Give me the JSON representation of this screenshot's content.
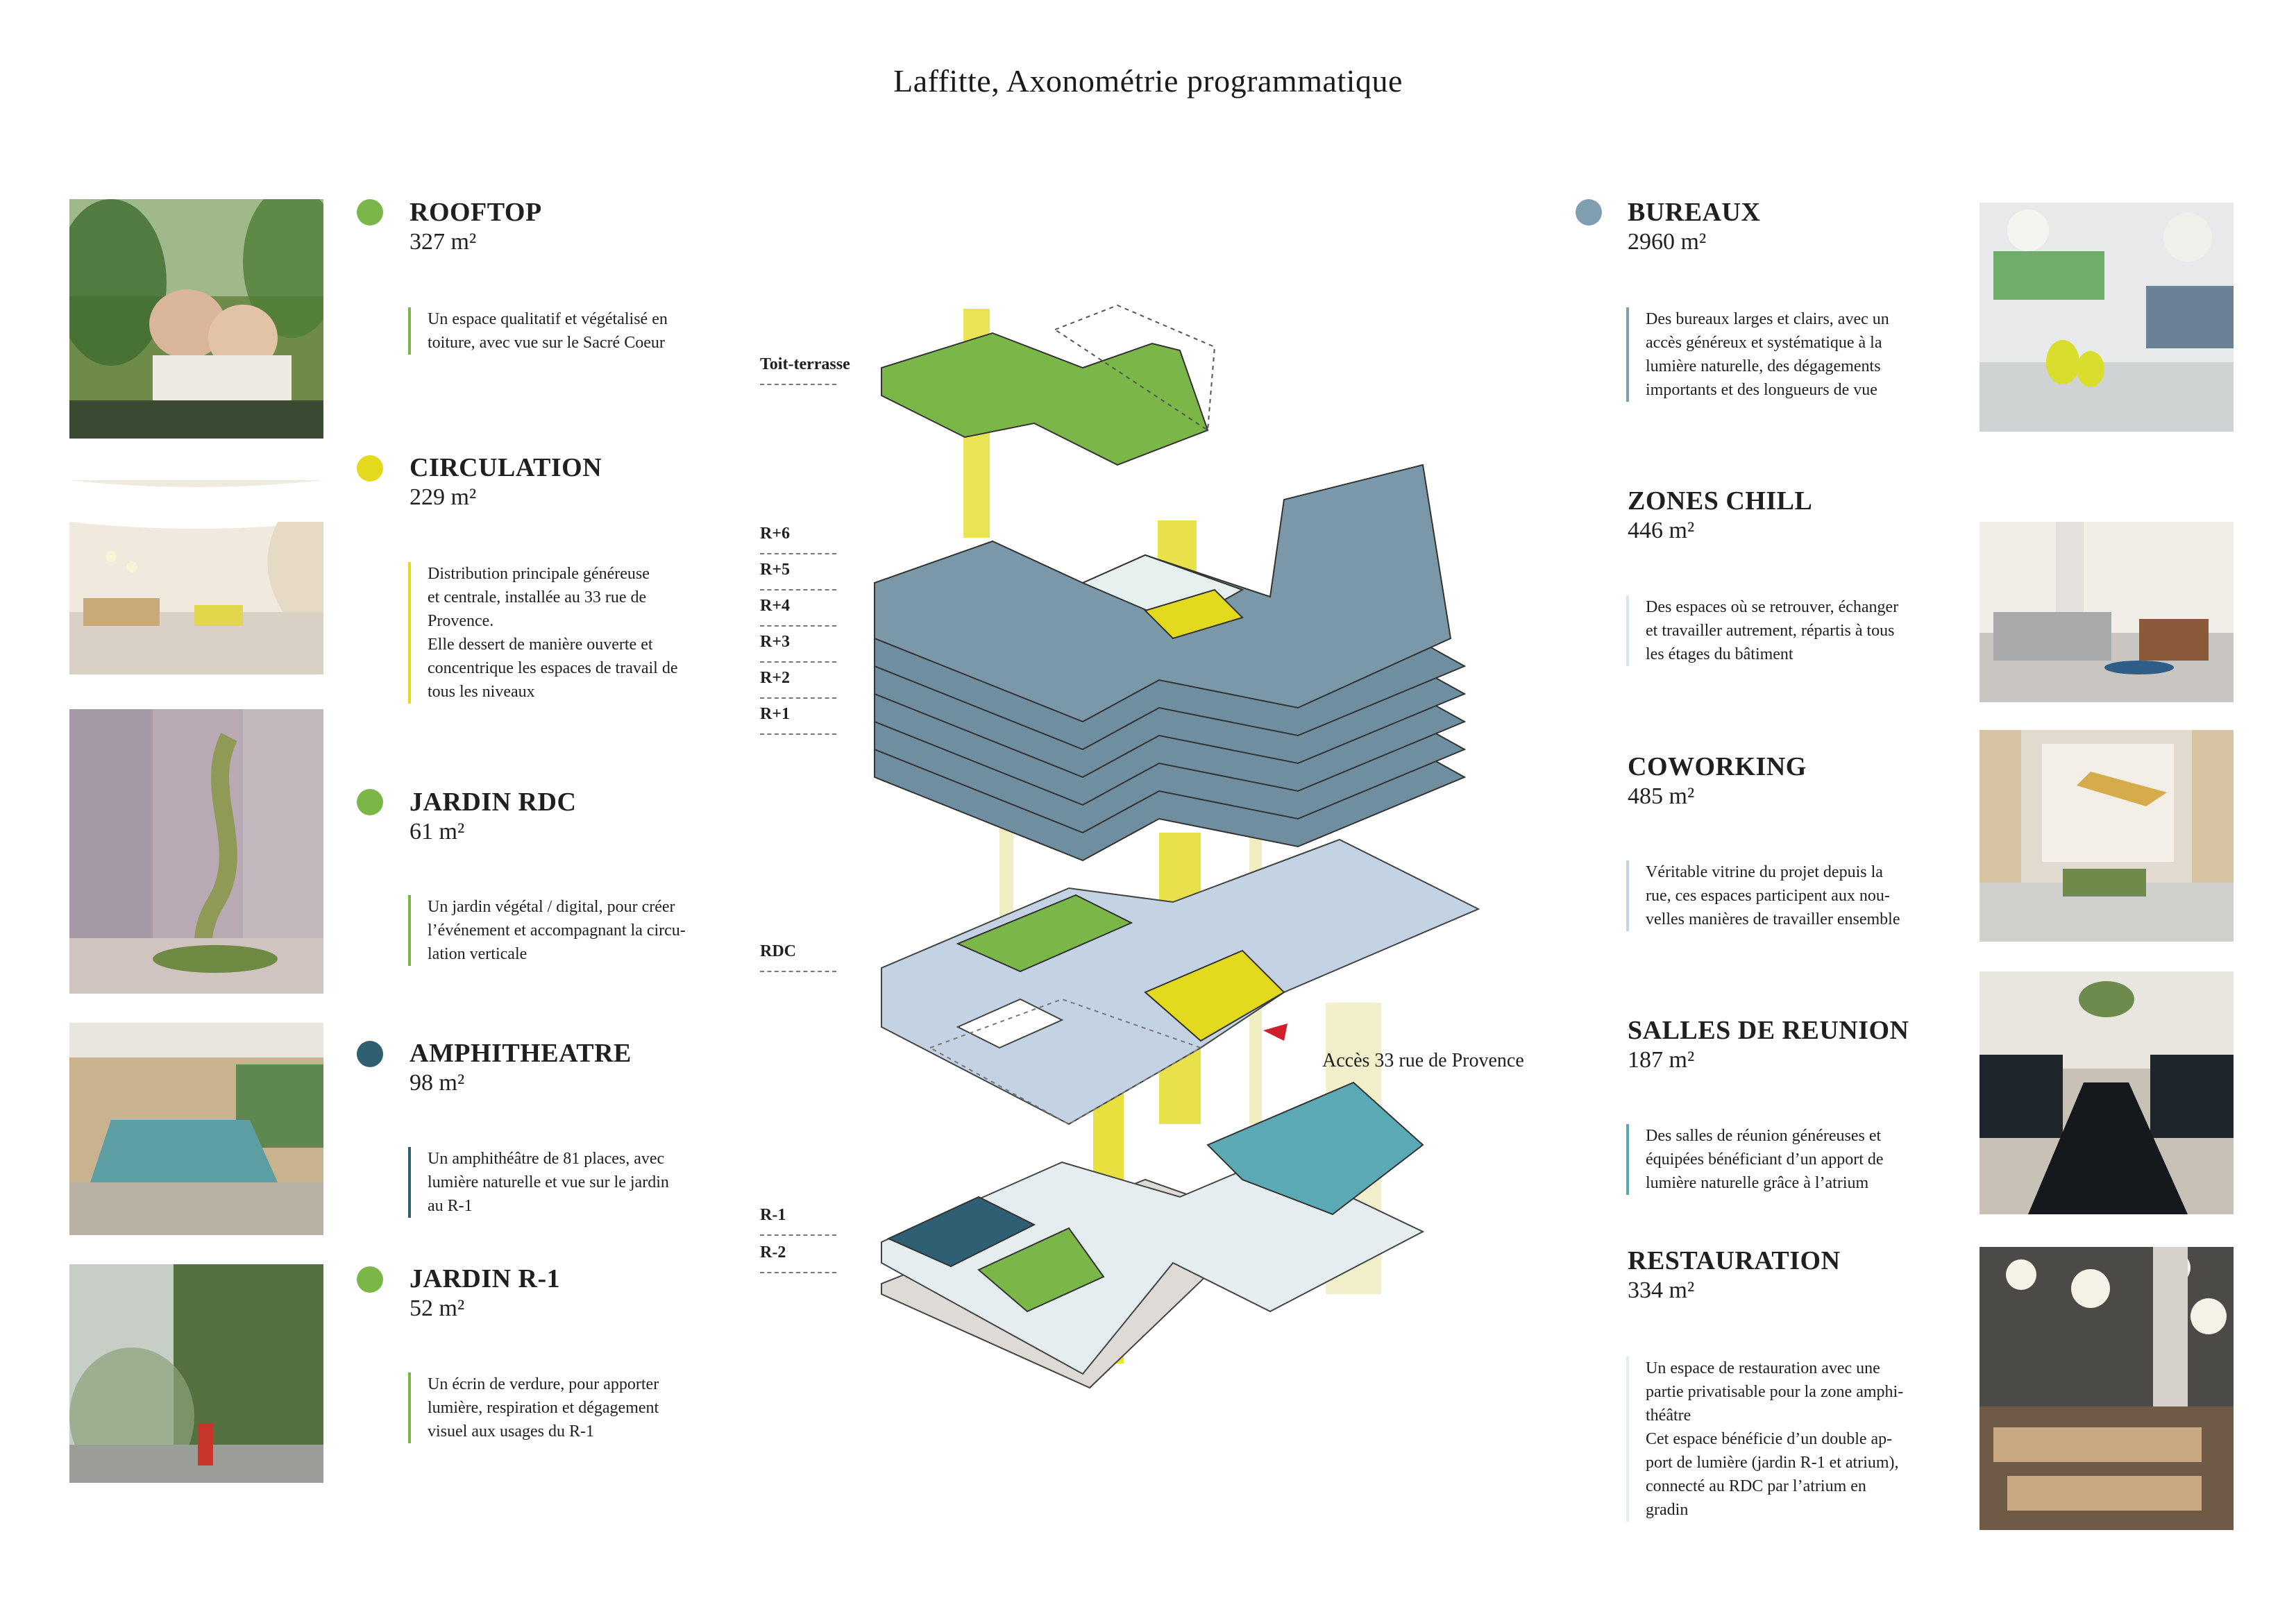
{
  "title": "Laffitte, Axonométrie programmatique",
  "colors": {
    "rooftop": "#7ab648",
    "circulation": "#e3da1d",
    "jardin": "#7ab648",
    "amphi": "#2f5f73",
    "bureaux": "#7f9fb0",
    "office_slab": "#6f8fa0",
    "rdc_slab": "#c4d3e3",
    "teal": "#5aa9b5",
    "pale_blue": "#d3e9ec"
  },
  "left_programs": [
    {
      "name": "ROOFTOP",
      "area": "327 m²",
      "color": "#7ab648",
      "description": "Un espace qualitatif et végétalisé en\ntoiture, avec vue sur le Sacré Coeur"
    },
    {
      "name": "CIRCULATION",
      "area": "229 m²",
      "color": "#e3da1d",
      "description": "Distribution principale généreuse\net centrale, installée au 33 rue de\nProvence.\nElle dessert de manière ouverte et\nconcentrique les espaces de travail de\ntous les niveaux"
    },
    {
      "name": "JARDIN RDC",
      "area": "61 m²",
      "color": "#7ab648",
      "description": "Un jardin végétal / digital, pour créer\nl’événement et accompagnant la circu-\nlation verticale"
    },
    {
      "name": "AMPHITHEATRE",
      "area": "98 m²",
      "color": "#2f5f73",
      "description": "Un amphithéâtre de 81 places, avec\nlumière naturelle et vue sur le jardin\nau R-1"
    },
    {
      "name": "JARDIN R-1",
      "area": "52 m²",
      "color": "#7ab648",
      "description": "Un écrin de verdure, pour apporter\nlumière, respiration et dégagement\nvisuel aux usages du R-1"
    }
  ],
  "right_programs": [
    {
      "name": "BUREAUX",
      "area": "2960 m²",
      "color": "#7f9fb0",
      "description": "Des bureaux larges et clairs, avec un\naccès généreux et systématique à la\nlumière naturelle, des dégagements\nimportants et des longueurs de vue"
    },
    {
      "name": "ZONES CHILL",
      "area": "446 m²",
      "color": "#d8e6ea",
      "description": "Des espaces où se retrouver, échanger\net travailler autrement, répartis à tous\nles étages du bâtiment"
    },
    {
      "name": "COWORKING",
      "area": "485 m²",
      "color": "#c4d3e3",
      "description": "Véritable vitrine du projet depuis la\nrue, ces espaces participent aux nou-\nvelles manières de travailler ensemble"
    },
    {
      "name": "SALLES DE REUNION",
      "area": "187 m²",
      "color": "#5aa9b5",
      "description": "Des salles de réunion généreuses et\néquipées bénéficiant d’un apport de\nlumière naturelle grâce à l’atrium"
    },
    {
      "name": "RESTAURATION",
      "area": "334 m²",
      "color": "#e4ecee",
      "description": "Un espace de restauration avec une\npartie privatisable pour la zone amphi-\nthéâtre\nCet espace bénéficie d’un double ap-\nport de lumière (jardin R-1 et atrium),\nconnecté au RDC par l’atrium en\ngradin"
    }
  ],
  "levels": [
    "Toit-terrasse",
    "R+6",
    "R+5",
    "R+4",
    "R+3",
    "R+2",
    "R+1",
    "RDC",
    "R-1",
    "R-2"
  ],
  "access_label": "Accès 33 rue de Provence",
  "photos": {
    "left": [
      "rooftop-photo",
      "circulation-photo",
      "jardin-rdc-photo",
      "amphitheatre-photo",
      "jardin-r1-photo"
    ],
    "right": [
      "bureaux-photo",
      "zones-chill-photo",
      "coworking-photo",
      "salles-reunion-photo",
      "restauration-photo"
    ]
  }
}
